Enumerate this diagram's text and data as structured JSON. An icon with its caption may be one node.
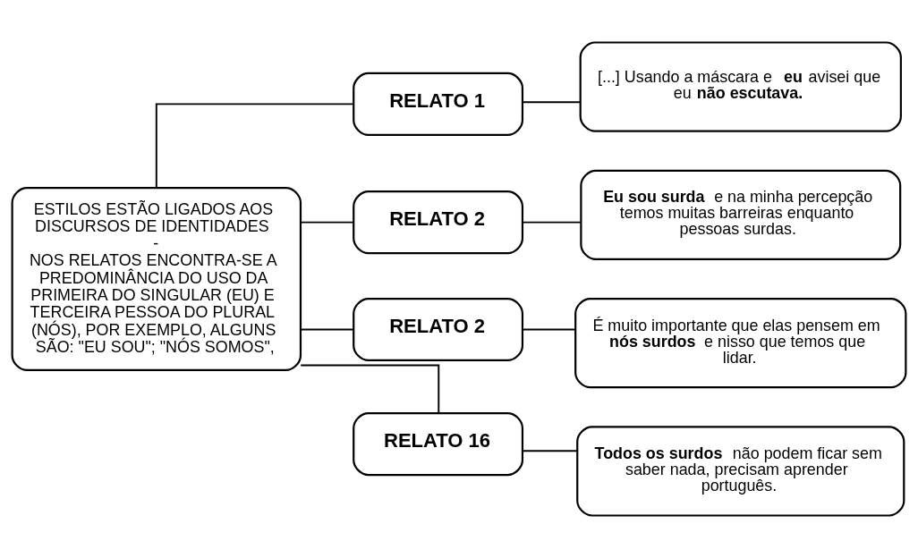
{
  "diagram": {
    "nodes": [
      {
        "text": [
          "ESTILOS ESTÃO LIGADOS AOS DISCURSOS DE IDENTIDADES",
          "-",
          "NOS RELATOS ENCONTRA-SE A PREDOMINÂNCIA DO USO DA PRIMEIRA DO SINGULAR (EU) E TERCEIRA PESSOA DO PLURAL (NÓS), POR EXEMPLO, ALGUNS SÃO: \"EU SOU\"; \"NÓS SOMOS\","
        ]
      },
      {
        "text": [
          "RELATO 1"
        ]
      },
      {
        "text": [
          "RELATO 2"
        ]
      },
      {
        "text": [
          "RELATO 2"
        ]
      },
      {
        "text": [
          "RELATO 16"
        ]
      },
      {
        "text": [
          "[...] Usando a máscara e **eu** avisei que eu **não escutava.**"
        ]
      },
      {
        "text": [
          "**Eu sou surda** e na minha percepção temos muitas barreiras enquanto pessoas surdas."
        ]
      },
      {
        "text": [
          "É muito importante que elas pensem em **nós surdos** e nisso que temos que lidar."
        ]
      },
      {
        "text": [
          "**Todos os surdos** não podem ficar sem saber nada, precisam aprender português."
        ]
      }
    ],
    "edges": [
      {
        "from": 0,
        "to": 1,
        "arrow": "none"
      },
      {
        "from": 0,
        "to": 2,
        "arrow": "none"
      },
      {
        "from": 0,
        "to": 3,
        "arrow": "none"
      },
      {
        "from": 0,
        "to": 4,
        "arrow": "none"
      },
      {
        "from": 1,
        "to": 5,
        "arrow": "none"
      },
      {
        "from": 2,
        "to": 6,
        "arrow": "none"
      },
      {
        "from": 3,
        "to": 7,
        "arrow": "none"
      },
      {
        "from": 4,
        "to": 8,
        "arrow": "none"
      }
    ]
  }
}
